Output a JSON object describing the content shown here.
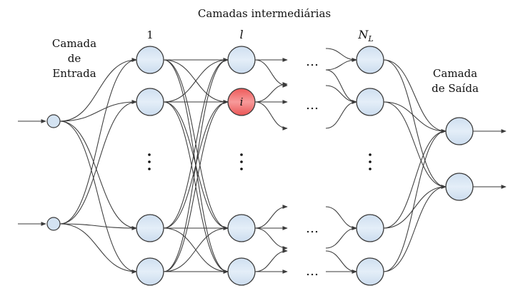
{
  "title": "Camadas intermediárias",
  "input_label": [
    "Camada",
    "de",
    "Entrada"
  ],
  "output_label": [
    "Camada",
    "de Saída"
  ],
  "layer_labels": {
    "first": "1",
    "middle": "l",
    "last_main": "N",
    "last_sub": "L"
  },
  "highlight_node_label": "i",
  "ellipsis": "…",
  "colors": {
    "node_fill": "#dce8f4",
    "node_highlight": "#f07070",
    "stroke": "#3a3a3a"
  }
}
